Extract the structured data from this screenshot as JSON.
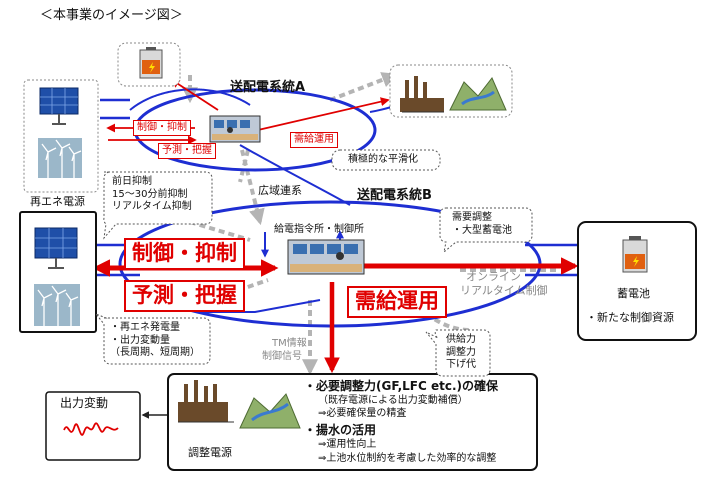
{
  "title": "＜本事業のイメージ図＞",
  "grid_a": {
    "title": "送配電系統A"
  },
  "grid_b": {
    "title": "送配電系統B"
  },
  "labels": {
    "control_small": "制御・抑制",
    "forecast_small": "予測・把握",
    "supply_small": "需給運用",
    "control_big": "制御・抑制",
    "forecast_big": "予測・把握",
    "supply_big": "需給運用",
    "active_smoothing": "積極的な平滑化",
    "wide_area": "広域連系",
    "dispatch_center": "給電指令所・制御所",
    "online": "オンライン",
    "realtime_control": "リアルタイム制御",
    "tm_info": "TM情報",
    "control_signal": "制御信号",
    "renewable": "再エネ電源",
    "storage": "蓄電池",
    "new_resource": "・新たな制御資源",
    "output_fluct": "出力変動",
    "adjust_plant": "調整電源"
  },
  "callouts": {
    "curtail": [
      "前日抑制",
      "15～30分前抑制",
      "リアルタイム抑制"
    ],
    "demand_adjust": [
      "需要調整",
      "・大型蓄電池"
    ],
    "renew_info": [
      "・再エネ発電量",
      "・出力変動量",
      "（長周期、短周期）"
    ],
    "supply_power": [
      "供給力",
      "調整力",
      "下げ代"
    ]
  },
  "bottom_box": {
    "item1": "・必要調整力(GF,LFC etc.)の確保",
    "item1_sub1": "（既存電源による出力変動補償）",
    "item1_sub2": "⇒必要確保量の精査",
    "item2": "・揚水の活用",
    "item2_sub1": "⇒運用性向上",
    "item2_sub2": "⇒上池水位制約を考慮した効率的な調整"
  },
  "colors": {
    "grid_line": "#1e2ed2",
    "accent_red": "#e00000",
    "gray_arrow": "#b4b4b4"
  },
  "icons": [
    "battery-icon",
    "solar-panel-icon",
    "wind-turbine-icon",
    "factory-icon",
    "dam-icon",
    "control-room-icon",
    "waveform-icon"
  ]
}
